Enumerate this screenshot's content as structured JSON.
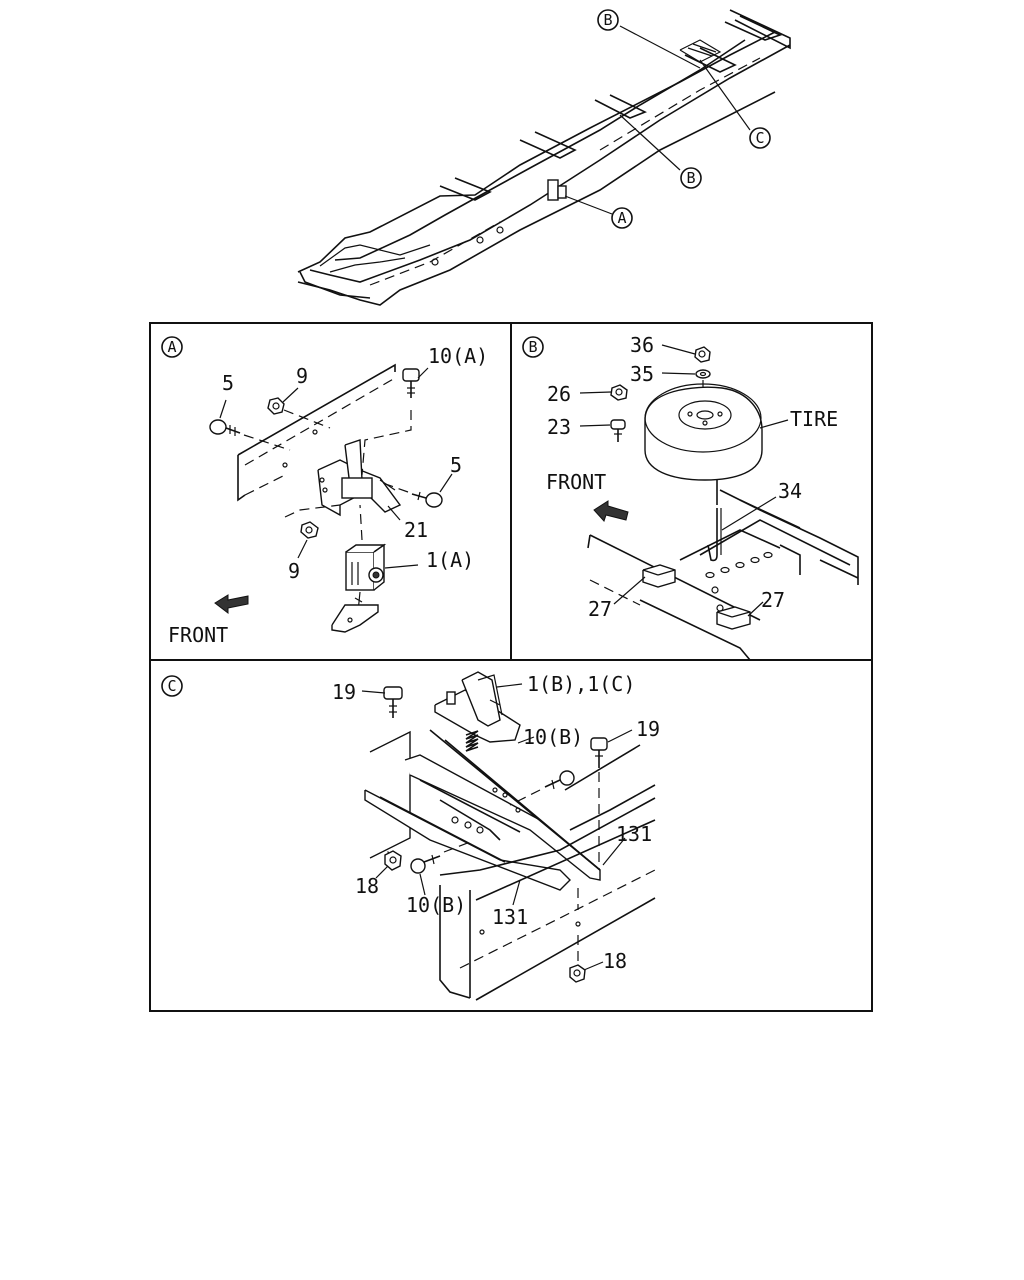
{
  "overview": {
    "callouts": {
      "b_top": "B",
      "c": "C",
      "b_mid": "B",
      "a": "A"
    }
  },
  "panel_a": {
    "tag": "A",
    "labels": {
      "p10a": "10(A)",
      "p5a": "5",
      "p9a": "9",
      "p5b": "5",
      "p21": "21",
      "p9b": "9",
      "p1a": "1(A)"
    },
    "front": "FRONT"
  },
  "panel_b": {
    "tag": "B",
    "labels": {
      "p36": "36",
      "p35": "35",
      "p26": "26",
      "p23": "23",
      "tire": "TIRE",
      "p34": "34",
      "p27a": "27",
      "p27b": "27"
    },
    "front": "FRONT"
  },
  "panel_c": {
    "tag": "C",
    "labels": {
      "p19a": "19",
      "p1bc": "1(B),1(C)",
      "p10ba": "10(B)",
      "p19b": "19",
      "p131a": "131",
      "p18a": "18",
      "p10bb": "10(B)",
      "p131b": "131",
      "p18b": "18"
    }
  }
}
